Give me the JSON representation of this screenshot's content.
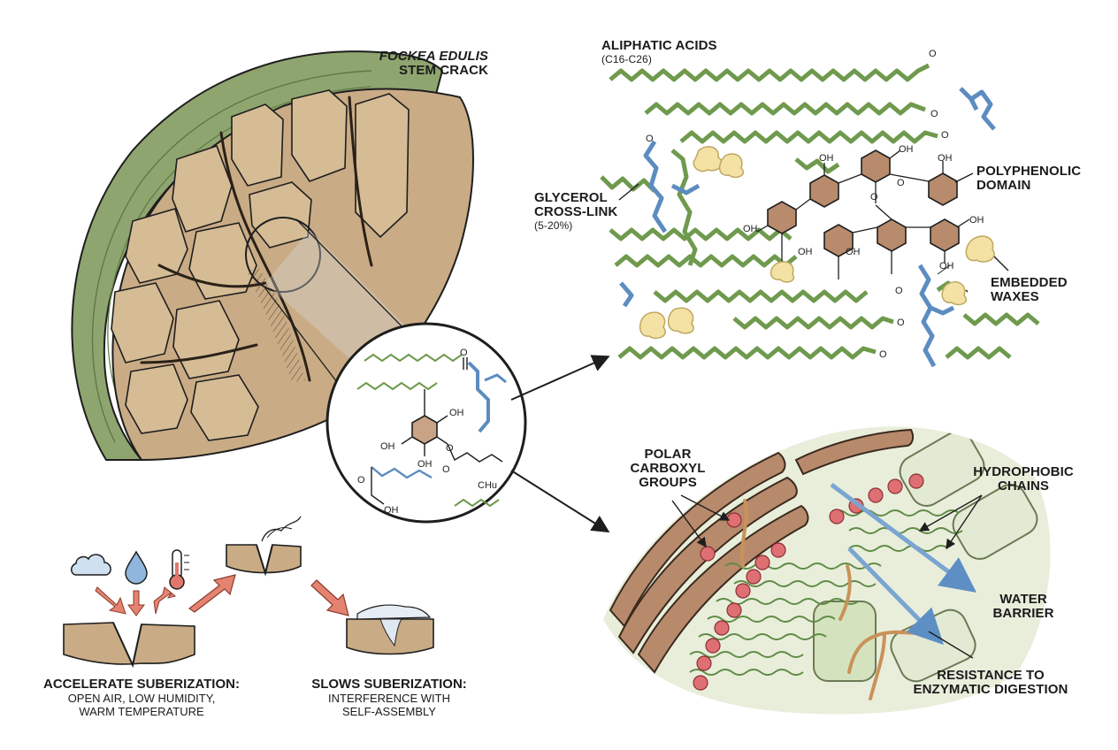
{
  "labels": {
    "stem_crack": {
      "title": "FOCKEA EDULIS",
      "subtitle": "STEM CRACK"
    },
    "aliphatic": {
      "title": "ALIPHATIC ACIDS",
      "sub": "(C16-C26)"
    },
    "glycerol": {
      "line1": "GLYCEROL",
      "line2": "CROSS-LINK",
      "sub": "(5-20%)"
    },
    "polyphenolic": {
      "line1": "POLYPHENOLIC",
      "line2": "DOMAIN"
    },
    "waxes": {
      "line1": "EMBEDDED",
      "line2": "WAXES"
    },
    "polar": {
      "line1": "POLAR",
      "line2": "CARBOXYL",
      "line3": "GROUPS"
    },
    "hydrophobic": {
      "line1": "HYDROPHOBIC",
      "line2": "CHAINS"
    },
    "water": {
      "line1": "WATER",
      "line2": "BARRIER"
    },
    "resistance": {
      "line1": "RESISTANCE TO",
      "line2": "ENZYMATIC DIGESTION"
    }
  },
  "captions": {
    "accelerate": {
      "title": "ACCELERATE SUBERIZATION:",
      "line1": "OPEN AIR, LOW HUMIDITY,",
      "line2": "WARM TEMPERATURE"
    },
    "slows": {
      "title": "SLOWS SUBERIZATION:",
      "line1": "INTERFERENCE WITH",
      "line2": "SELF-ASSEMBLY"
    }
  },
  "chem_labels": {
    "oh": "OH",
    "o": "O",
    "ch": "CHu"
  },
  "icons": [
    "cloud-icon",
    "water-drop-icon",
    "thermometer-icon"
  ],
  "colors": {
    "aliphatic_green": "#6f9a4e",
    "glycerol_blue": "#5c8cc0",
    "phenolic_brown": "#a2785a",
    "wax_yellow": "#f3e2a4",
    "carboxyl_red": "#d9686c",
    "arrow_salmon": "#e48370",
    "bark_tan": "#c9ab85",
    "outline": "#1e1e1e"
  }
}
